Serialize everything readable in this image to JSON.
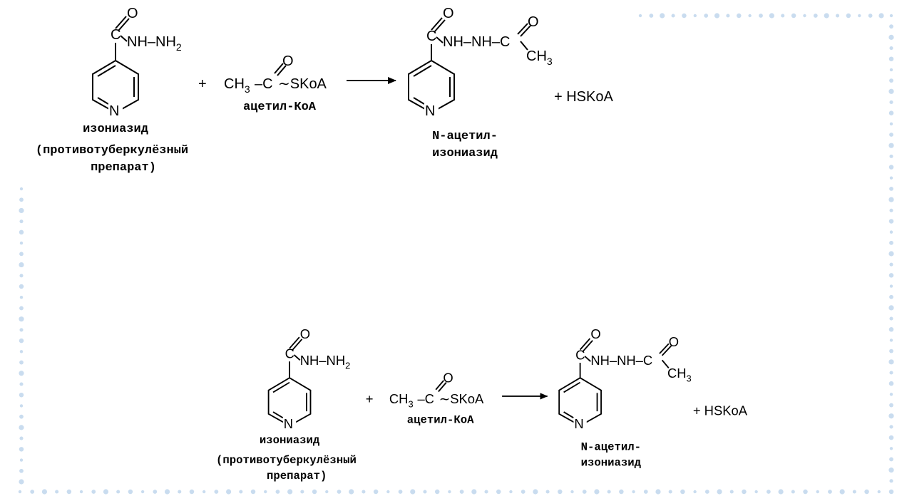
{
  "colors": {
    "border_dots": "#c9dcef",
    "ink": "#000000",
    "background": "#ffffff"
  },
  "scheme": {
    "isoniazid": {
      "atom_O": "O",
      "atom_C": "C",
      "group": "NH–NH",
      "group_sub": "2",
      "ring_N": "N",
      "name": "изониазид",
      "note_line1": "(противотуберкулёзный",
      "note_line2": "препарат)"
    },
    "plus": "+",
    "acetyl_coa": {
      "ch": "CH",
      "ch_sub": "3",
      "dash_c": "–C",
      "atom_O": "O",
      "tilde_skoa": "∼SKoA",
      "name": "ацетил-КоА"
    },
    "product": {
      "atom_O": "O",
      "atom_C": "C",
      "group": "NH–NH–C",
      "acyl_O": "O",
      "acyl_ch": "CH",
      "acyl_ch_sub": "3",
      "ring_N": "N",
      "name_line1": "N-ацетил-",
      "name_line2": "изониазид"
    },
    "byproduct": "+ HSKoA"
  }
}
